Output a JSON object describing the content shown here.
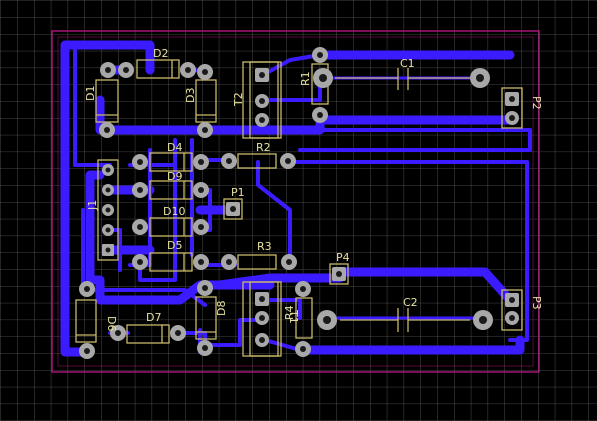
{
  "colors": {
    "background": "#000000",
    "grid": "#5c5c5c",
    "board_outline": "#b0167a",
    "trace": "#3b1bff",
    "pad": "#a8a8a8",
    "pad_hole": "#1a1a1a",
    "silkscreen": "#c9b96a",
    "label": "#e6e0a0"
  },
  "labels": {
    "d1": "D1",
    "d2": "D2",
    "d3": "D3",
    "d4": "D4",
    "d5": "D5",
    "d6": "D6",
    "d7": "D7",
    "d8": "D8",
    "d9": "D9",
    "d10": "D10",
    "r1": "R1",
    "r2": "R2",
    "r3": "R3",
    "r4": "R4",
    "c1": "C1",
    "c2": "C2",
    "t1": "T1",
    "t2": "T2",
    "p1": "P1",
    "p2": "P2",
    "p3": "P3",
    "p4": "P4",
    "j1": "J1"
  }
}
